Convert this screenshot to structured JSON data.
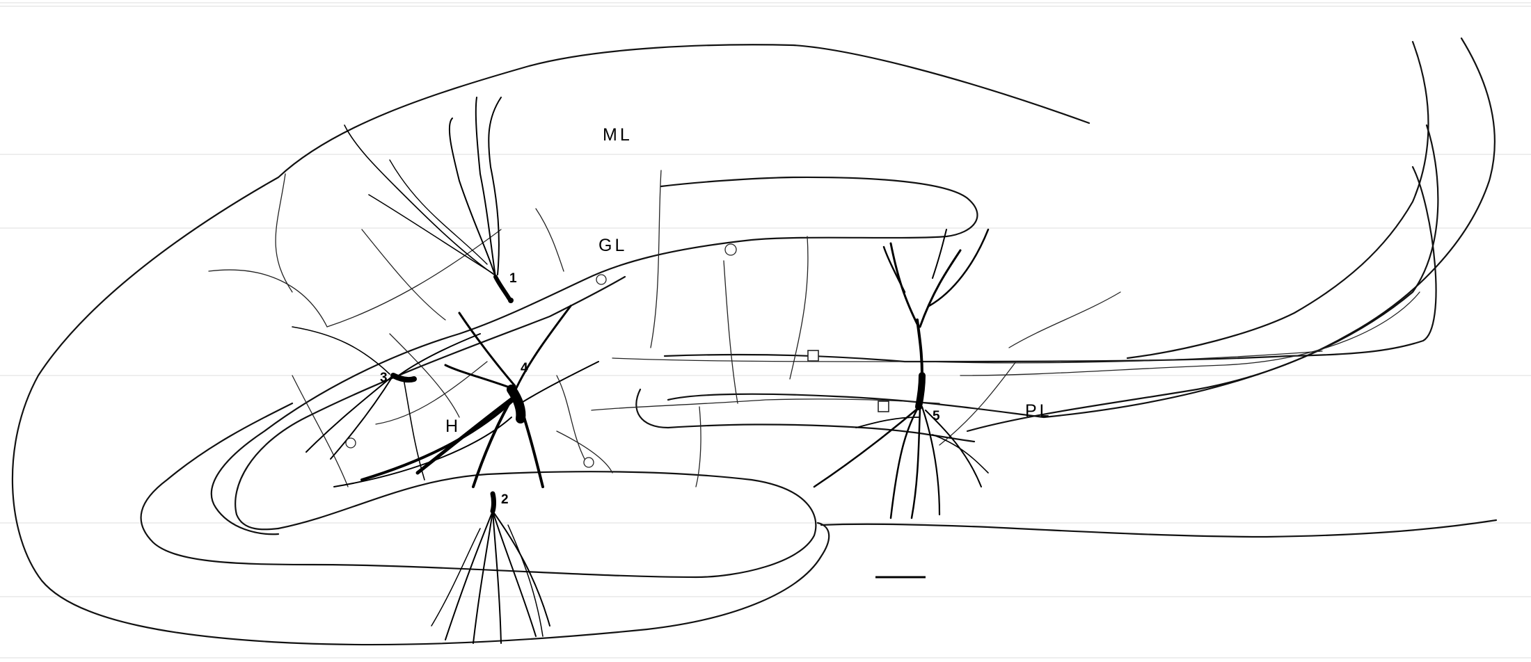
{
  "regions": {
    "ml": "ML",
    "gl": "GL",
    "h": "H",
    "pl": "PL"
  },
  "cells": [
    "1",
    "2",
    "3",
    "4",
    "5"
  ],
  "scale_bar": {
    "label": ""
  },
  "colors": {
    "ink": "#000000",
    "background": "#ffffff",
    "grid": "#dcdcdc"
  }
}
